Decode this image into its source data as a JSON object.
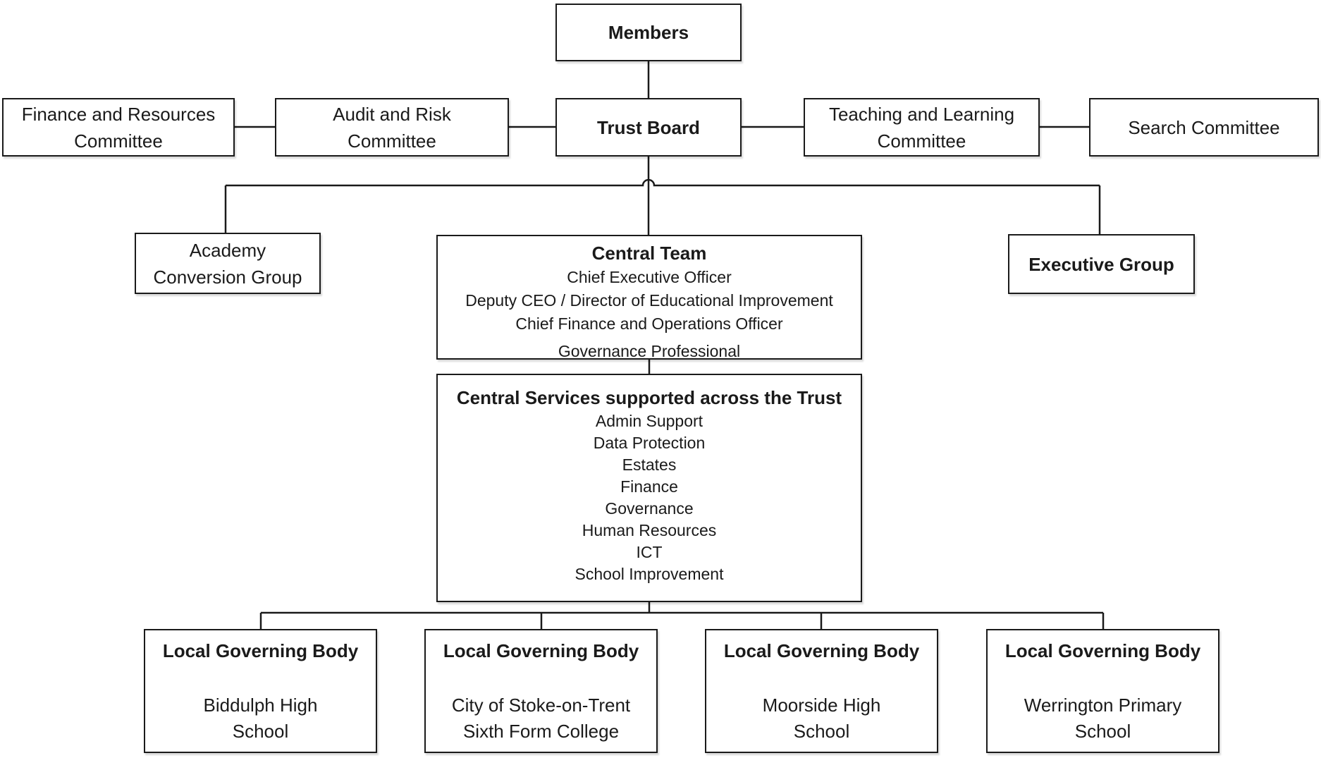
{
  "org_chart": {
    "members": {
      "title": "Members"
    },
    "trust_board": {
      "title": "Trust Board"
    },
    "board_committees": {
      "finance": {
        "line1": "Finance and Resources",
        "line2": "Committee"
      },
      "audit": {
        "line1": "Audit and Risk",
        "line2": "Committee"
      },
      "teaching": {
        "line1": "Teaching and Learning",
        "line2": "Committee"
      },
      "search": {
        "line1": "Search Committee"
      }
    },
    "academy_conversion_group": {
      "line1": "Academy",
      "line2": "Conversion Group"
    },
    "executive_group": {
      "title": "Executive Group"
    },
    "central_team": {
      "title": "Central Team",
      "roles": [
        "Chief Executive Officer",
        "Deputy CEO / Director of Educational Improvement",
        "Chief Finance and Operations Officer",
        "Governance Professional"
      ]
    },
    "central_services": {
      "title": "Central Services supported across the Trust",
      "services": [
        "Admin Support",
        "Data Protection",
        "Estates",
        "Finance",
        "Governance",
        "Human Resources",
        "ICT",
        "School Improvement"
      ]
    },
    "local_governing_bodies": {
      "title": "Local Governing Body",
      "schools": [
        {
          "line1": "Biddulph High",
          "line2": "School"
        },
        {
          "line1": "City of Stoke-on-Trent",
          "line2": "Sixth Form College"
        },
        {
          "line1": "Moorside High",
          "line2": "School"
        },
        {
          "line1": "Werrington Primary",
          "line2": "School"
        }
      ]
    },
    "colors": {
      "line": "#1a1a1a",
      "text": "#1a1a1a",
      "background": "#ffffff"
    }
  }
}
